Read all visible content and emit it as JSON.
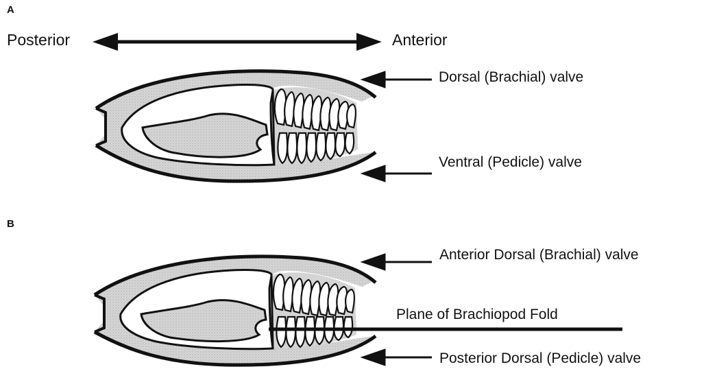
{
  "panels": {
    "a": {
      "label": "A",
      "posterior": "Posterior",
      "anterior": "Anterior",
      "dorsal_label": "Dorsal (Brachial) valve",
      "ventral_label": "Ventral (Pedicle) valve"
    },
    "b": {
      "label": "B",
      "anterior_dorsal_label": "Anterior Dorsal (Brachial) valve",
      "fold_label": "Plane of Brachiopod Fold",
      "posterior_dorsal_label": "Posterior Dorsal (Pedicle) valve"
    }
  },
  "colors": {
    "ink": "#111111",
    "stipple": "#d4d4d4",
    "background": "#ffffff"
  }
}
